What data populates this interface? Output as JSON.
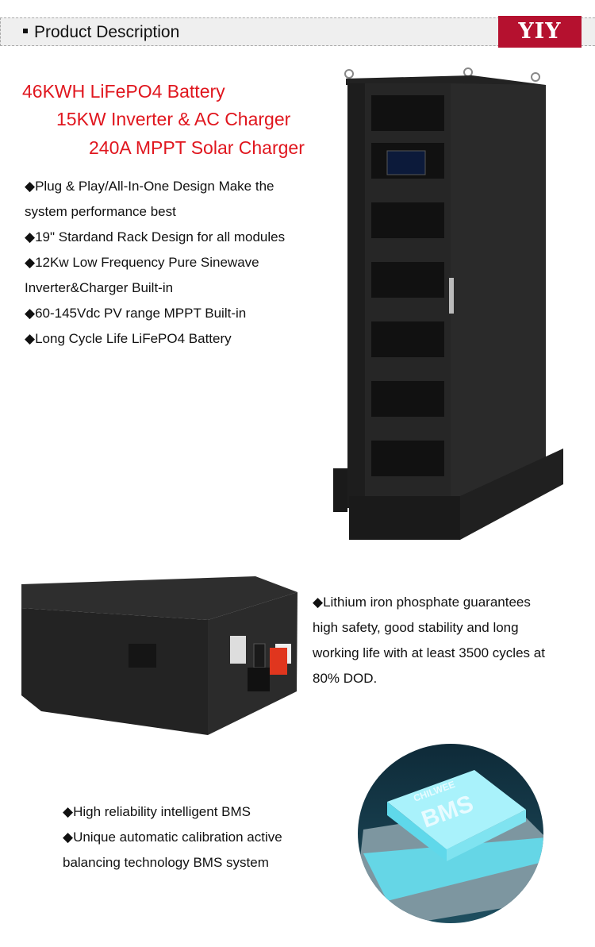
{
  "header": {
    "title": "Product Description",
    "logo": "YIY"
  },
  "headlines": [
    "46KWH LiFePO4 Battery",
    "15KW Inverter & AC Charger",
    "240A MPPT Solar Charger"
  ],
  "features": [
    "◆Plug & Play/All-In-One Design Make the",
    "system performance best",
    "◆19\" Stardand Rack Design for all modules",
    "◆12Kw Low Frequency Pure Sinewave",
    "Inverter&Charger Built-in",
    "◆60-145Vdc PV range MPPT Built-in",
    "◆Long Cycle Life LiFePO4 Battery"
  ],
  "battery_text": [
    "◆Lithium iron phosphate guarantees",
    "high safety, good stability and long",
    "working life with at least 3500 cycles at",
    "80% DOD."
  ],
  "bms_text": [
    "◆High reliability intelligent BMS",
    "◆Unique automatic calibration active",
    "balancing technology BMS system"
  ],
  "bms_image": {
    "brand": "CHILWEE",
    "label": "BMS"
  }
}
